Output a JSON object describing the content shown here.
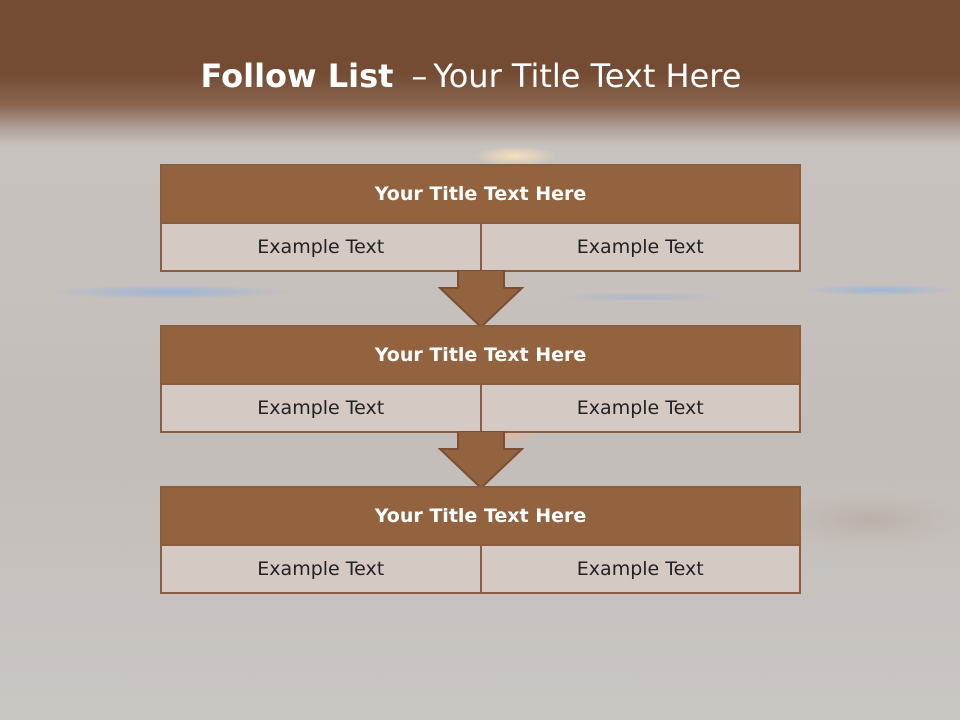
{
  "slide": {
    "title_bold": "Follow List",
    "title_sep": "–",
    "title_rest": "Your Title Text Here"
  },
  "steps": [
    {
      "title": "Your Title Text Here",
      "left": "Example Text",
      "right": "Example Text"
    },
    {
      "title": "Your Title Text Here",
      "left": "Example Text",
      "right": "Example Text"
    },
    {
      "title": "Your Title Text Here",
      "left": "Example Text",
      "right": "Example Text"
    }
  ],
  "colors": {
    "header_bar": "#744b33",
    "box_head": "#93623f",
    "box_body": "#d5c9c4",
    "arrow": "#93623f"
  }
}
